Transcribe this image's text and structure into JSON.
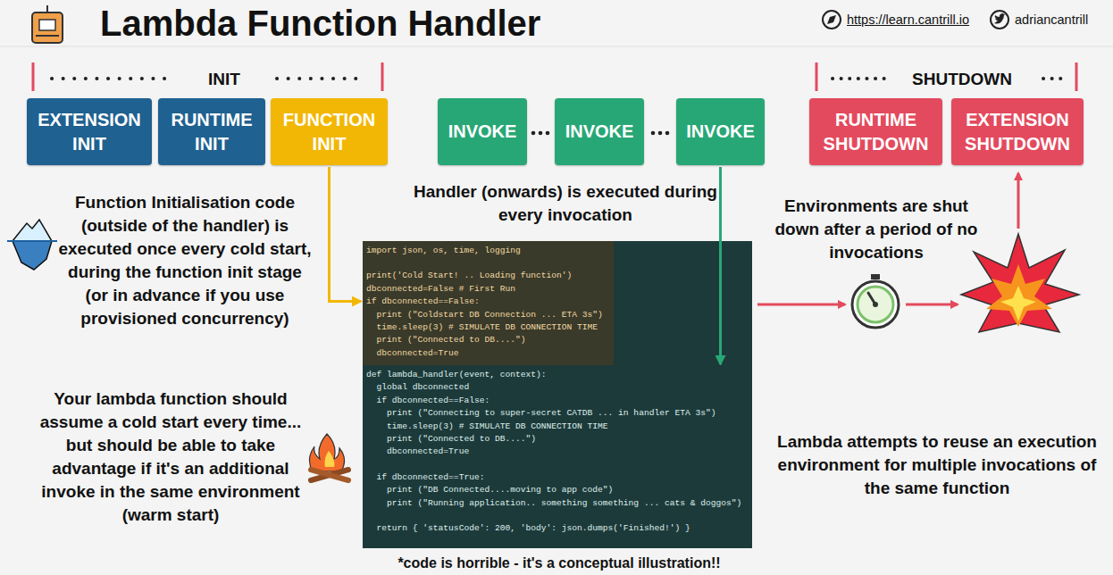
{
  "diagram": {
    "title": "Lambda Function Handler",
    "nodes": [
      {
        "text": [
          "EXTENSION INIT"
        ]
      },
      {
        "text": [
          "RUNTIME INIT"
        ]
      },
      {
        "text": [
          "FUNCTION INIT"
        ]
      },
      {
        "text": [
          "INVOKE"
        ]
      },
      {
        "text": [
          "INVOKE"
        ]
      },
      {
        "text": [
          "INVOKE"
        ]
      },
      {
        "text": [
          "RUNTIME SHUTDOWN"
        ]
      },
      {
        "text": [
          "EXTENSION SHUTDOWN"
        ]
      },
      {
        "text": [
          "import json, os, time, logging",
          "print('Cold Start! .. Loading function')",
          "dbconnected=False # First Run",
          "if dbconnected==False:",
          "  print (\"Coldstart DB Connection ... ETA 3s\")",
          "  time.sleep(3) # SIMULATE DB CONNECTION TIME",
          "  print (\"Connected to DB....\")",
          "  dbconnected=True"
        ]
      },
      {
        "text": [
          "def lambda_handler(event, context):",
          "  global dbconnected",
          "  if dbconnected==False:",
          "    print (\"Connecting to super-secret CATDB ... in handler ETA 3s\")",
          "    time.sleep(3) # SIMULATE DB CONNECTION TIME",
          "    print (\"Connected to DB....\")",
          "    dbconnected=True",
          "  if dbconnected==True:",
          "    print (\"DB Connected....moving to app code\")",
          "    print (\"Running application.. something something ... cats & doggos\")",
          "  return { 'statusCode': 200, 'body': json.dumps('Finished!') }"
        ]
      }
    ],
    "edges": [
      {
        "from": 2,
        "to": 8,
        "arrow": "to"
      },
      {
        "from": 5,
        "to": 9,
        "arrow": "to"
      }
    ],
    "labels": [
      "INIT",
      "SHUTDOWN",
      "https://learn.cantrill.io",
      "adriancantrill",
      "Function Initialisation code (outside of the handler) is executed once every cold start, during the function init stage (or in advance if you use provisioned concurrency)",
      "Handler (onwards) is executed during every invocation",
      "Environments are shut down after a period of no invocations",
      "Your lambda function should assume a cold start every time... but should be able to take advantage if it's an additional invoke in the same environment (warm start)",
      "Lambda attempts to reuse an execution environment for multiple invocations of the same function",
      "*code is horrible - it's a conceptual illustration!!"
    ]
  }
}
